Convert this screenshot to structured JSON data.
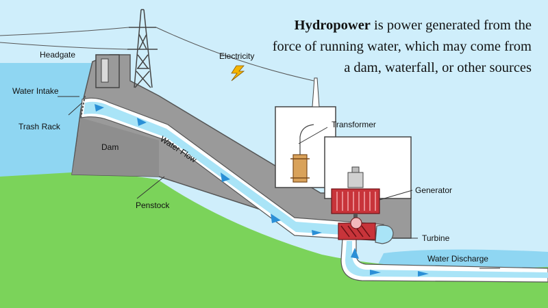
{
  "caption": {
    "bold": "Hydropower",
    "rest": " is power generated from the force of running water, which may come from a dam, waterfall, or other sources"
  },
  "labels": {
    "headgate": "Headgate",
    "water_intake": "Water Intake",
    "trash_rack": "Trash Rack",
    "dam": "Dam",
    "water_flow": "Water Flow",
    "penstock": "Penstock",
    "electricity": "Electricity",
    "transformer": "Transformer",
    "generator": "Generator",
    "turbine": "Turbine",
    "water_discharge": "Water Discharge"
  },
  "colors": {
    "sky": "#cfeefb",
    "water": "#8fd6f2",
    "water_flow": "#a9e4f7",
    "arrow": "#2a8fd6",
    "grass": "#7bd35a",
    "concrete": "#9a9a9a",
    "generator": "#c8343a",
    "transformer": "#d9a25a",
    "bolt": "#f4b400"
  }
}
